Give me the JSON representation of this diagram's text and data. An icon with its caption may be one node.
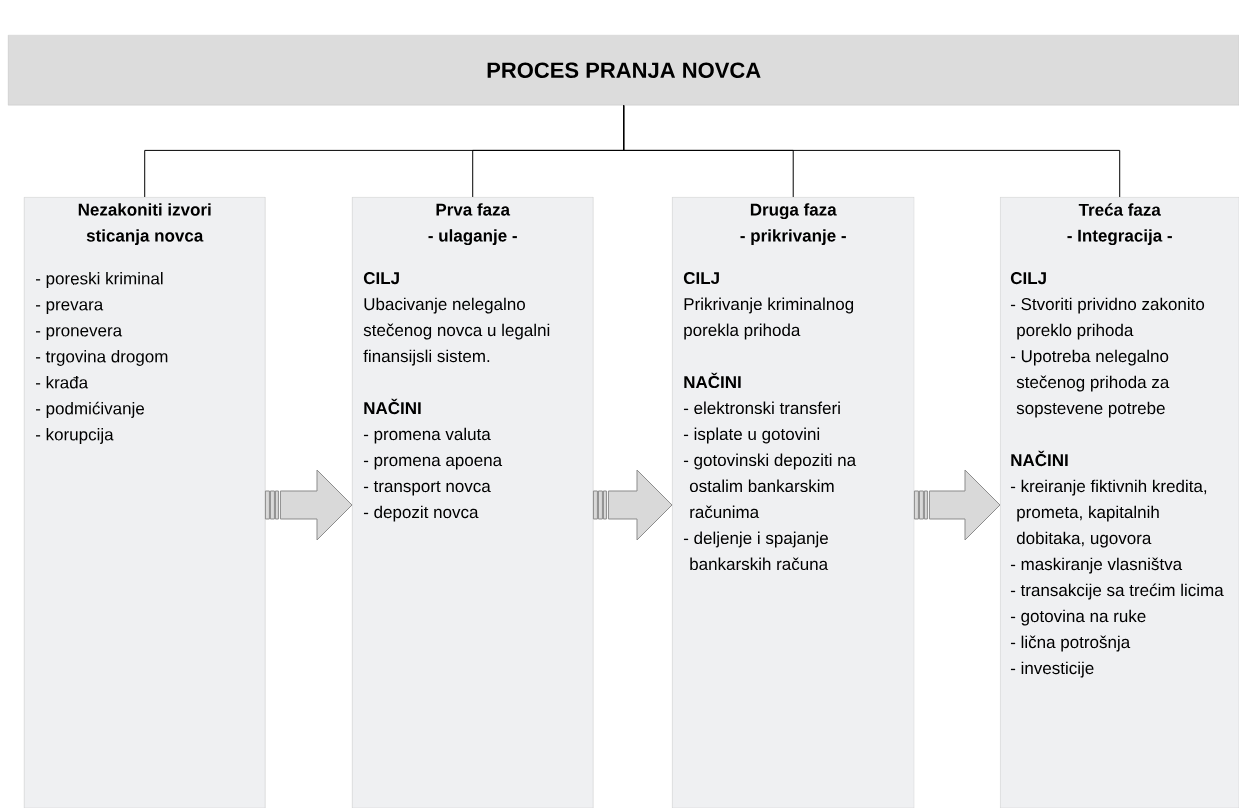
{
  "diagram": {
    "nodes": [
      {
        "text": [
          "PROCES PRANJA NOVCA"
        ]
      },
      {
        "text": [
          "Nezakoniti izvori sticanja novca",
          "- poreski kriminal",
          "- prevara",
          "- pronevera",
          "- trgovina drogom",
          "- krađa",
          "- podmićivanje",
          "- korupcija"
        ]
      },
      {
        "text": [
          "Prva faza",
          "- ulaganje -",
          "CILJ",
          "Ubacivanje nelegalno stečenog novca u legalni finansijsli sistem.",
          "NAČINI",
          "- promena valuta",
          "- promena apoena",
          "- transport novca",
          "- depozit novca"
        ]
      },
      {
        "text": [
          "Druga faza",
          "- prikrivanje -",
          "CILJ",
          "Prikrivanje kriminalnog porekla prihoda",
          "NAČINI",
          "- elektronski transferi",
          "- isplate u gotovini",
          "- gotovinski depoziti na ostalim bankarskim računima",
          "- deljenje i spajanje bankarskih računa"
        ]
      },
      {
        "text": [
          "Treća faza",
          "- Integracija -",
          "CILJ",
          "- Stvoriti prividno zakonito poreklo prihoda",
          "- Upotreba nelegalno stečenog prihoda za sopstevene potrebe",
          "NAČINI",
          "- kreiranje fiktivnih kredita, prometa, kapitalnih dobitaka, ugovora",
          "- maskiranje vlasništva",
          "- transakcije sa trećim licima",
          "- gotovina na ruke",
          "- lična potrošnja",
          "- investicije"
        ]
      }
    ],
    "edges": [
      {
        "from": 0,
        "to": 1,
        "arrow": "none"
      },
      {
        "from": 0,
        "to": 2,
        "arrow": "none"
      },
      {
        "from": 0,
        "to": 3,
        "arrow": "none"
      },
      {
        "from": 0,
        "to": 4,
        "arrow": "none"
      },
      {
        "from": 1,
        "to": 2,
        "arrow": "to",
        "style": "thick"
      },
      {
        "from": 2,
        "to": 3,
        "arrow": "to",
        "style": "thick"
      },
      {
        "from": 3,
        "to": 4,
        "arrow": "to",
        "style": "thick"
      }
    ]
  }
}
